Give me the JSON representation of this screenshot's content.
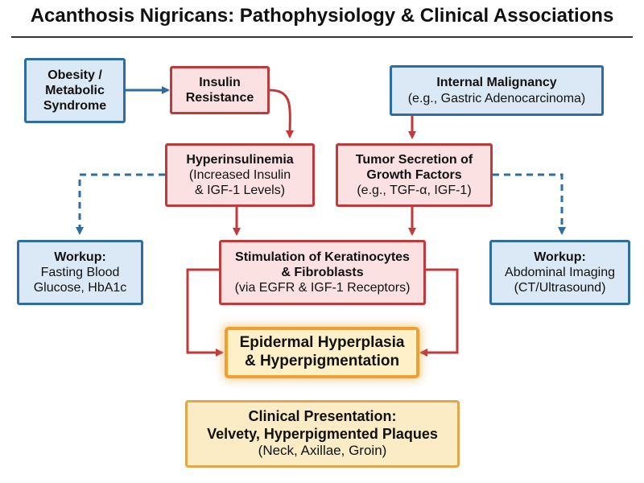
{
  "title": "Acanthosis Nigricans: Pathophysiology & Clinical Associations",
  "colors": {
    "blue_border": "#2e6da4",
    "red_border": "#c0393b",
    "orange_border": "#f0a030",
    "tan_border": "#e3a64a"
  },
  "nodes": {
    "obesity": {
      "lines": [
        "Obesity /",
        "Metabolic",
        "Syndrome"
      ]
    },
    "insulin_resistance": {
      "lines": [
        "Insulin",
        "Resistance"
      ]
    },
    "malignancy": {
      "title": "Internal Malignancy",
      "sub": "(e.g., Gastric Adenocarcinoma)"
    },
    "hyperinsulinemia": {
      "title": "Hyperinsulinemia",
      "sub1": "(Increased Insulin",
      "sub2": "& IGF-1 Levels)"
    },
    "tumor_secretion": {
      "title1": "Tumor Secretion of",
      "title2": "Growth Factors",
      "sub": "(e.g., TGF-α, IGF-1)"
    },
    "workup_left": {
      "title": "Workup:",
      "sub1": "Fasting Blood",
      "sub2": "Glucose, HbA1c"
    },
    "stimulation": {
      "title1": "Stimulation of Keratinocytes",
      "title2": "& Fibroblasts",
      "sub": "(via EGFR & IGF-1 Receptors)"
    },
    "workup_right": {
      "title": "Workup:",
      "sub1": "Abdominal Imaging",
      "sub2": "(CT/Ultrasound)"
    },
    "epidermal": {
      "lines": [
        "Epidermal Hyperplasia",
        "& Hyperpigmentation"
      ]
    },
    "clinical": {
      "title1": "Clinical Presentation:",
      "title2": "Velvety, Hyperpigmented Plaques",
      "sub": "(Neck, Axillae, Groin)"
    }
  }
}
